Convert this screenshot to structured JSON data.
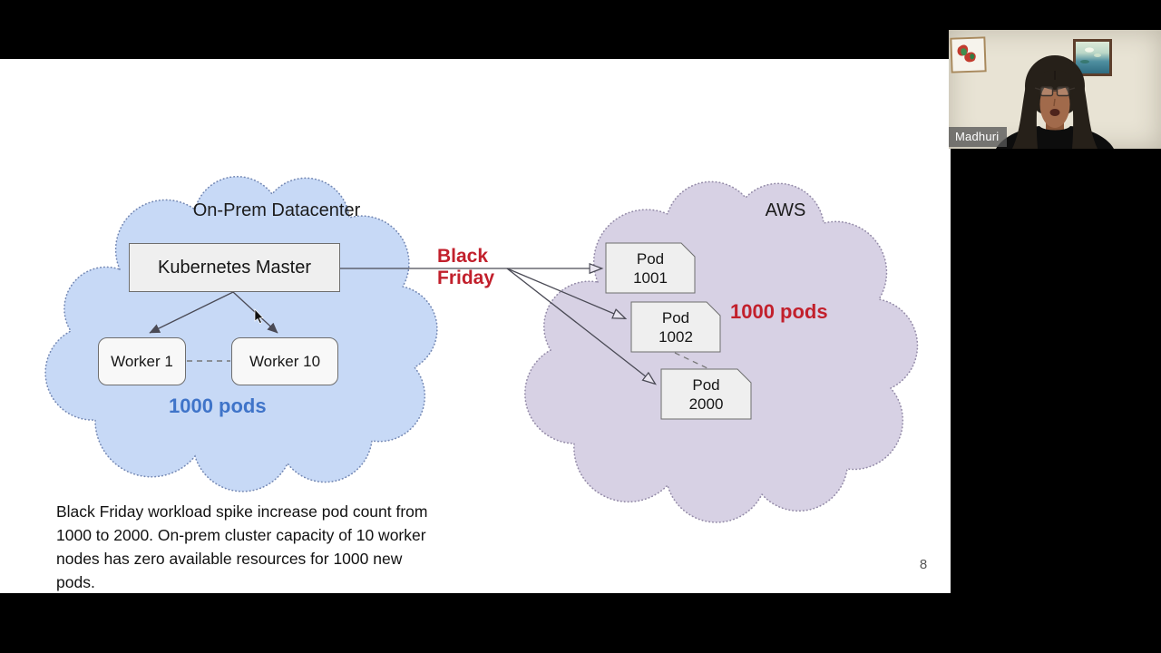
{
  "slide": {
    "page_number": "8",
    "caption": "Black Friday workload spike increase pod count from\n1000 to 2000. On-prem cluster capacity of 10 worker\nnodes has zero available resources for 1000 new\npods.",
    "burst_label": "Black\nFriday",
    "onprem_cloud": {
      "title": "On-Prem Datacenter",
      "master": "Kubernetes Master",
      "workers": [
        "Worker 1",
        "Worker 10"
      ],
      "pod_count": "1000 pods",
      "fill_color": "#c7d9f6",
      "pod_count_color": "#3f74c9"
    },
    "aws_cloud": {
      "title": "AWS",
      "pods": [
        {
          "name": "Pod",
          "id": "1001"
        },
        {
          "name": "Pod",
          "id": "1002"
        },
        {
          "name": "Pod",
          "id": "2000"
        }
      ],
      "pod_count": "1000 pods",
      "fill_color": "#d7d1e4",
      "pod_count_color": "#c2202c"
    }
  },
  "webcam": {
    "participant_name": "Madhuri"
  }
}
